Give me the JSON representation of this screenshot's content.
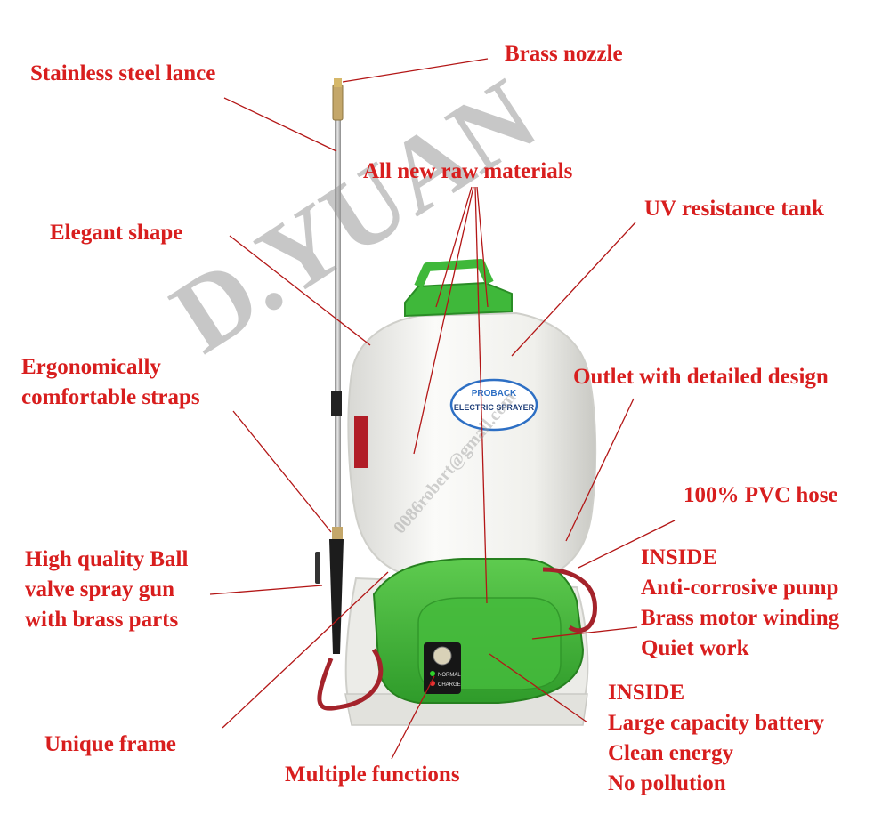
{
  "labels": {
    "brass_nozzle": "Brass nozzle",
    "stainless_lance": "Stainless steel lance",
    "raw_materials": "All new raw materials",
    "uv_tank": "UV resistance tank",
    "elegant_shape": "Elegant shape",
    "straps": [
      "Ergonomically",
      "comfortable straps"
    ],
    "outlet": "Outlet with detailed design",
    "pvc_hose": "100% PVC hose",
    "spray_gun": [
      "High quality Ball",
      "valve spray gun",
      "with brass parts"
    ],
    "pump": [
      "INSIDE",
      "Anti-corrosive pump",
      "Brass motor winding",
      "Quiet work"
    ],
    "battery": [
      "INSIDE",
      "Large capacity battery",
      "Clean energy",
      "No pollution"
    ],
    "frame": "Unique frame",
    "functions": "Multiple functions"
  },
  "product": {
    "brand": "PROBACK",
    "name": "ELECTRIC SPRAYER",
    "normal": "NORMAL",
    "charge": "CHARGE"
  },
  "watermark": {
    "brand": "D.YUAN",
    "contact": "0086robert@gmail.com"
  },
  "colors": {
    "label": "#d81e1e",
    "tank": "#f3f3f0",
    "base": "#3db535",
    "hose": "#a4232b",
    "lance": "#b9b9b9"
  }
}
